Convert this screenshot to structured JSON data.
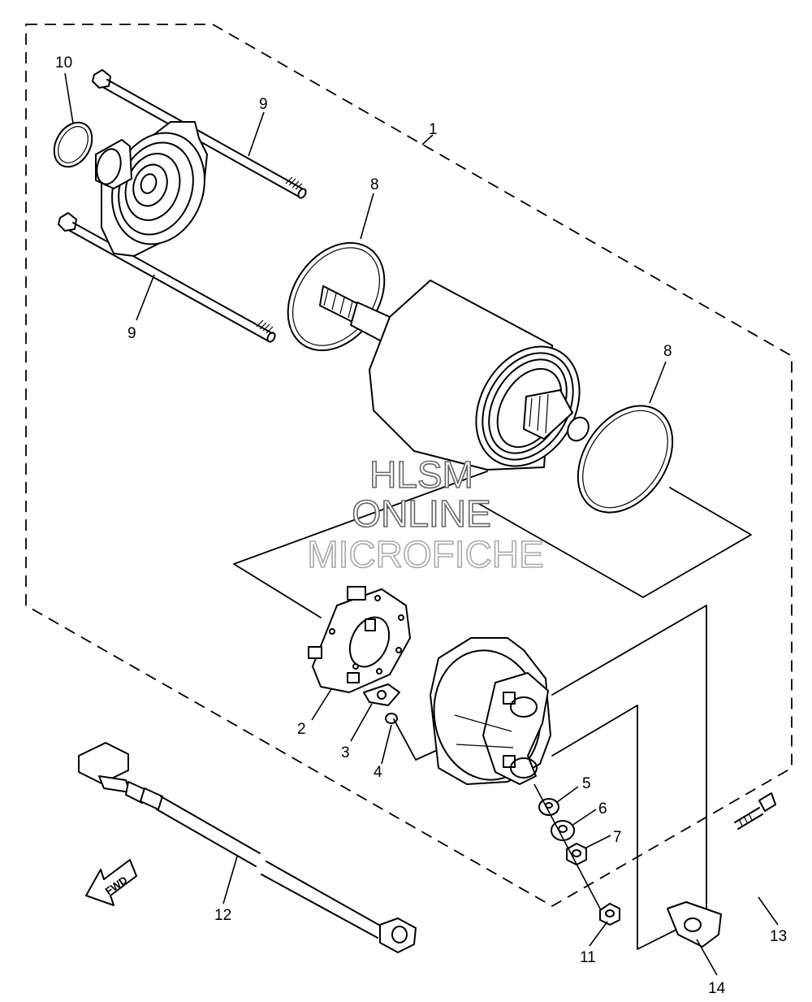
{
  "callouts": [
    {
      "id": "1",
      "label": "1"
    },
    {
      "id": "2",
      "label": "2"
    },
    {
      "id": "3",
      "label": "3"
    },
    {
      "id": "4",
      "label": "4"
    },
    {
      "id": "5",
      "label": "5"
    },
    {
      "id": "6",
      "label": "6"
    },
    {
      "id": "7",
      "label": "7"
    },
    {
      "id": "8a",
      "label": "8"
    },
    {
      "id": "8b",
      "label": "8"
    },
    {
      "id": "9a",
      "label": "9"
    },
    {
      "id": "9b",
      "label": "9"
    },
    {
      "id": "10",
      "label": "10"
    },
    {
      "id": "11",
      "label": "11"
    },
    {
      "id": "12",
      "label": "12"
    },
    {
      "id": "13",
      "label": "13"
    },
    {
      "id": "14",
      "label": "14"
    }
  ],
  "watermark": {
    "line1": "HLSM",
    "line2": "ONLINE",
    "line3": "MICROFICHE"
  },
  "direction_arrow": {
    "label": "FWD"
  }
}
